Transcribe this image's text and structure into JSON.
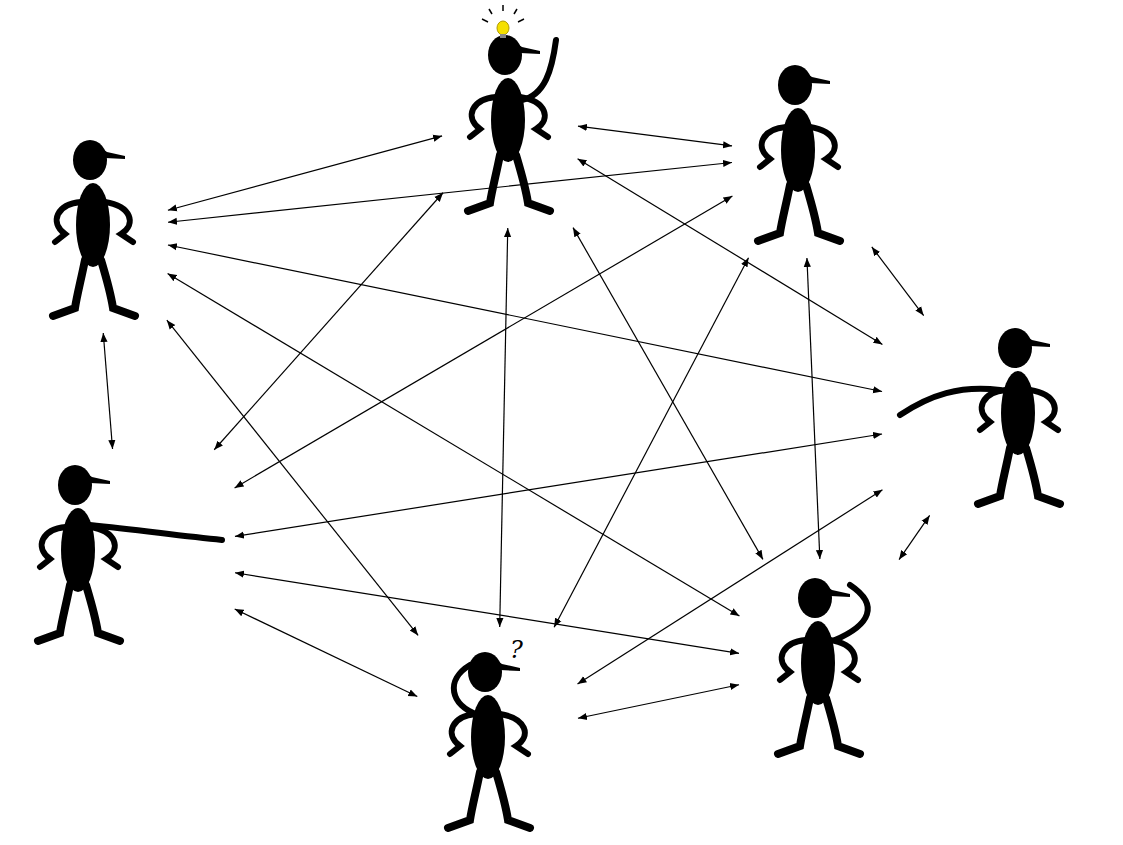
{
  "diagram": {
    "nodes": [
      {
        "text": []
      },
      {
        "text": []
      },
      {
        "text": []
      },
      {
        "text": []
      },
      {
        "text": []
      },
      {
        "text": []
      },
      {
        "text": [
          "?"
        ]
      }
    ],
    "edges": [
      {
        "from": 0,
        "to": 1,
        "arrow": "both"
      },
      {
        "from": 0,
        "to": 2,
        "arrow": "both"
      },
      {
        "from": 0,
        "to": 3,
        "arrow": "both"
      },
      {
        "from": 0,
        "to": 4,
        "arrow": "both"
      },
      {
        "from": 0,
        "to": 5,
        "arrow": "both"
      },
      {
        "from": 0,
        "to": 6,
        "arrow": "both"
      },
      {
        "from": 1,
        "to": 2,
        "arrow": "both"
      },
      {
        "from": 1,
        "to": 3,
        "arrow": "both"
      },
      {
        "from": 1,
        "to": 4,
        "arrow": "both"
      },
      {
        "from": 1,
        "to": 5,
        "arrow": "both"
      },
      {
        "from": 1,
        "to": 6,
        "arrow": "both"
      },
      {
        "from": 2,
        "to": 3,
        "arrow": "both"
      },
      {
        "from": 2,
        "to": 4,
        "arrow": "both"
      },
      {
        "from": 2,
        "to": 5,
        "arrow": "both"
      },
      {
        "from": 2,
        "to": 6,
        "arrow": "both"
      },
      {
        "from": 3,
        "to": 4,
        "arrow": "both"
      },
      {
        "from": 3,
        "to": 5,
        "arrow": "both"
      },
      {
        "from": 3,
        "to": 6,
        "arrow": "both"
      },
      {
        "from": 4,
        "to": 5,
        "arrow": "both"
      },
      {
        "from": 4,
        "to": 6,
        "arrow": "both"
      },
      {
        "from": 5,
        "to": 6,
        "arrow": "both"
      }
    ]
  }
}
